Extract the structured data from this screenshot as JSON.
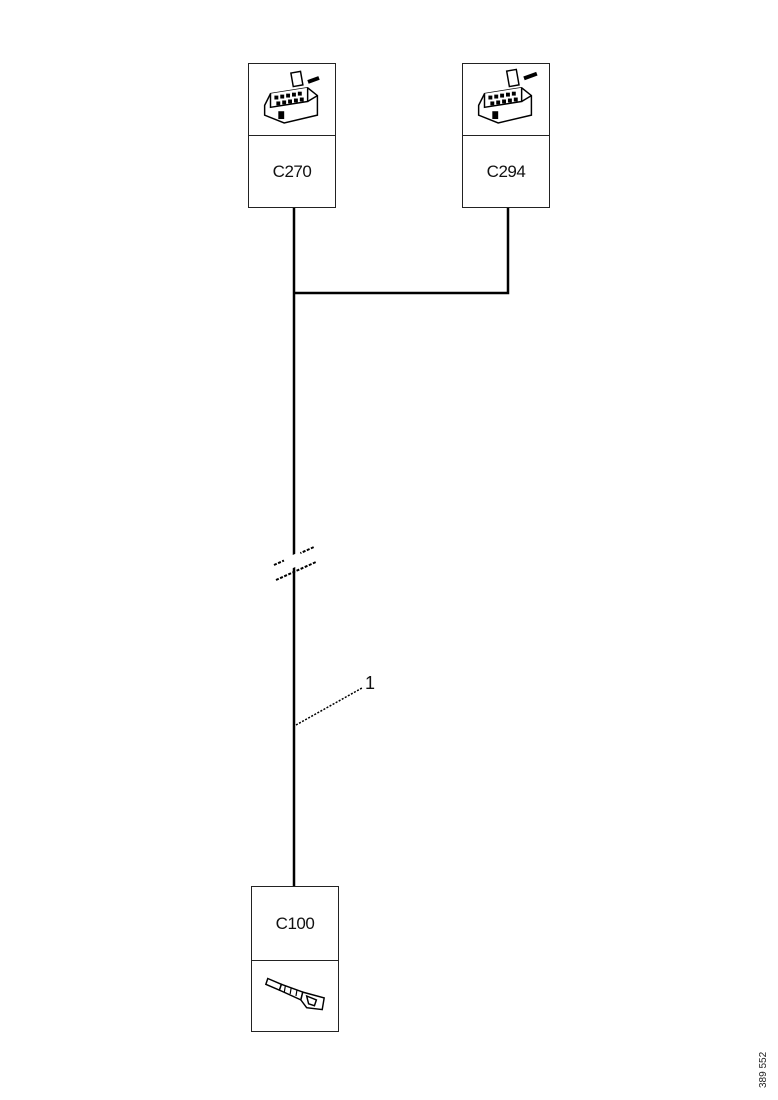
{
  "connectors": {
    "c270": {
      "label": "C270",
      "icon": "multi-pin-connector-icon"
    },
    "c294": {
      "label": "C294",
      "icon": "multi-pin-connector-icon"
    },
    "c100": {
      "label": "C100",
      "icon": "single-pin-terminal-icon"
    }
  },
  "callout": {
    "number": "1"
  },
  "drawing_code": "389 552"
}
